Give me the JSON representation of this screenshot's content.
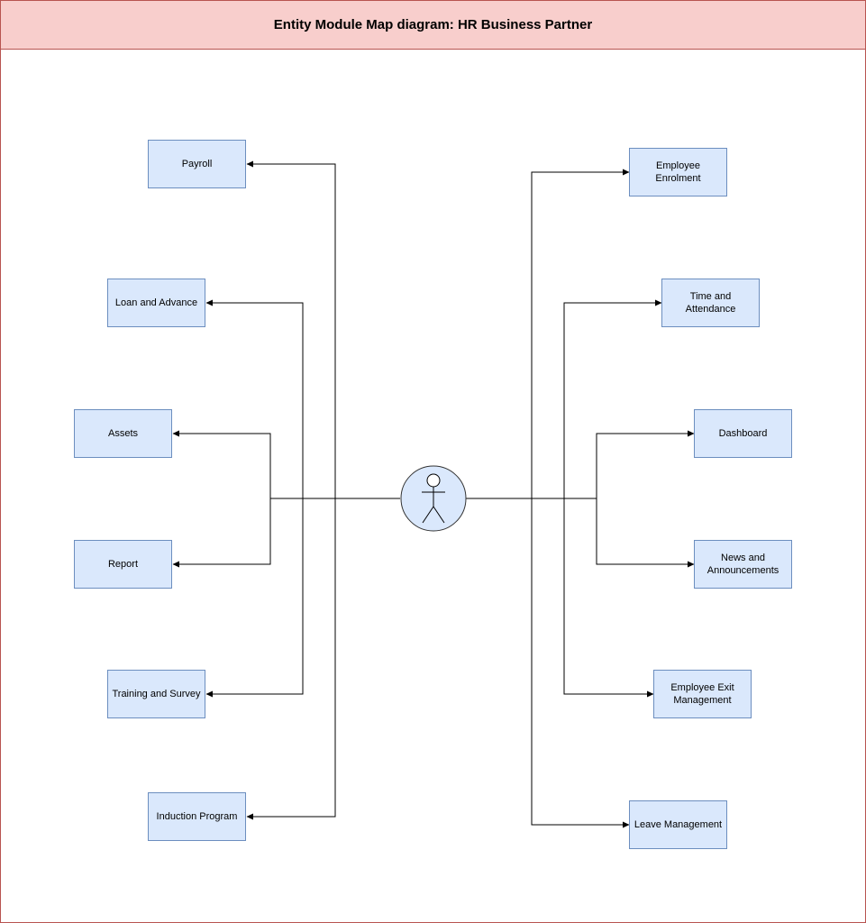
{
  "title": "Entity Module Map diagram: HR Business Partner",
  "colors": {
    "header_fill": "#f8cecc",
    "header_border": "#b85450",
    "box_fill": "#dae8fc",
    "box_border": "#6c8ebf",
    "actor_fill": "#dae8fc",
    "line": "#000000"
  },
  "actor": {
    "icon": "person-actor-icon"
  },
  "modules": {
    "payroll": "Payroll",
    "loan_and_advance": "Loan and Advance",
    "assets": "Assets",
    "report": "Report",
    "training_and_survey": "Training and Survey",
    "induction_program": "Induction Program",
    "employee_enrolment": "Employee Enrolment",
    "time_and_attendance": "Time and Attendance",
    "dashboard": "Dashboard",
    "news_and_announcements": "News and Announcements",
    "employee_exit_management": "Employee Exit Management",
    "leave_management": "Leave Management"
  }
}
